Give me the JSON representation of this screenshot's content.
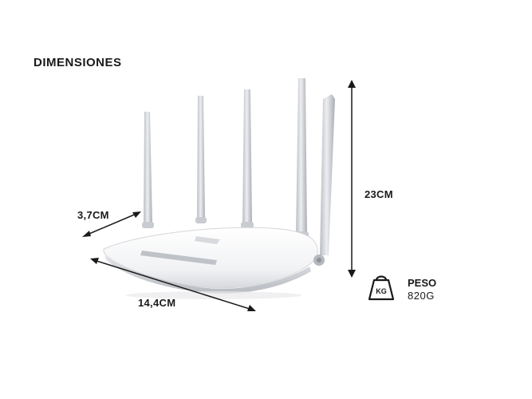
{
  "title": "DIMENSIONES",
  "dimensions": {
    "depth": "3,7CM",
    "width": "14,4CM",
    "height": "23CM"
  },
  "weight": {
    "icon_label": "KG",
    "label": "PESO",
    "value": "820G"
  },
  "icons": {
    "weight": "weight-kg-icon",
    "product": "router-image"
  },
  "colors": {
    "text": "#1a1a1a",
    "arrow": "#1a1a1a",
    "router_body": "#f2f3f5",
    "antenna": "#d8dade"
  }
}
